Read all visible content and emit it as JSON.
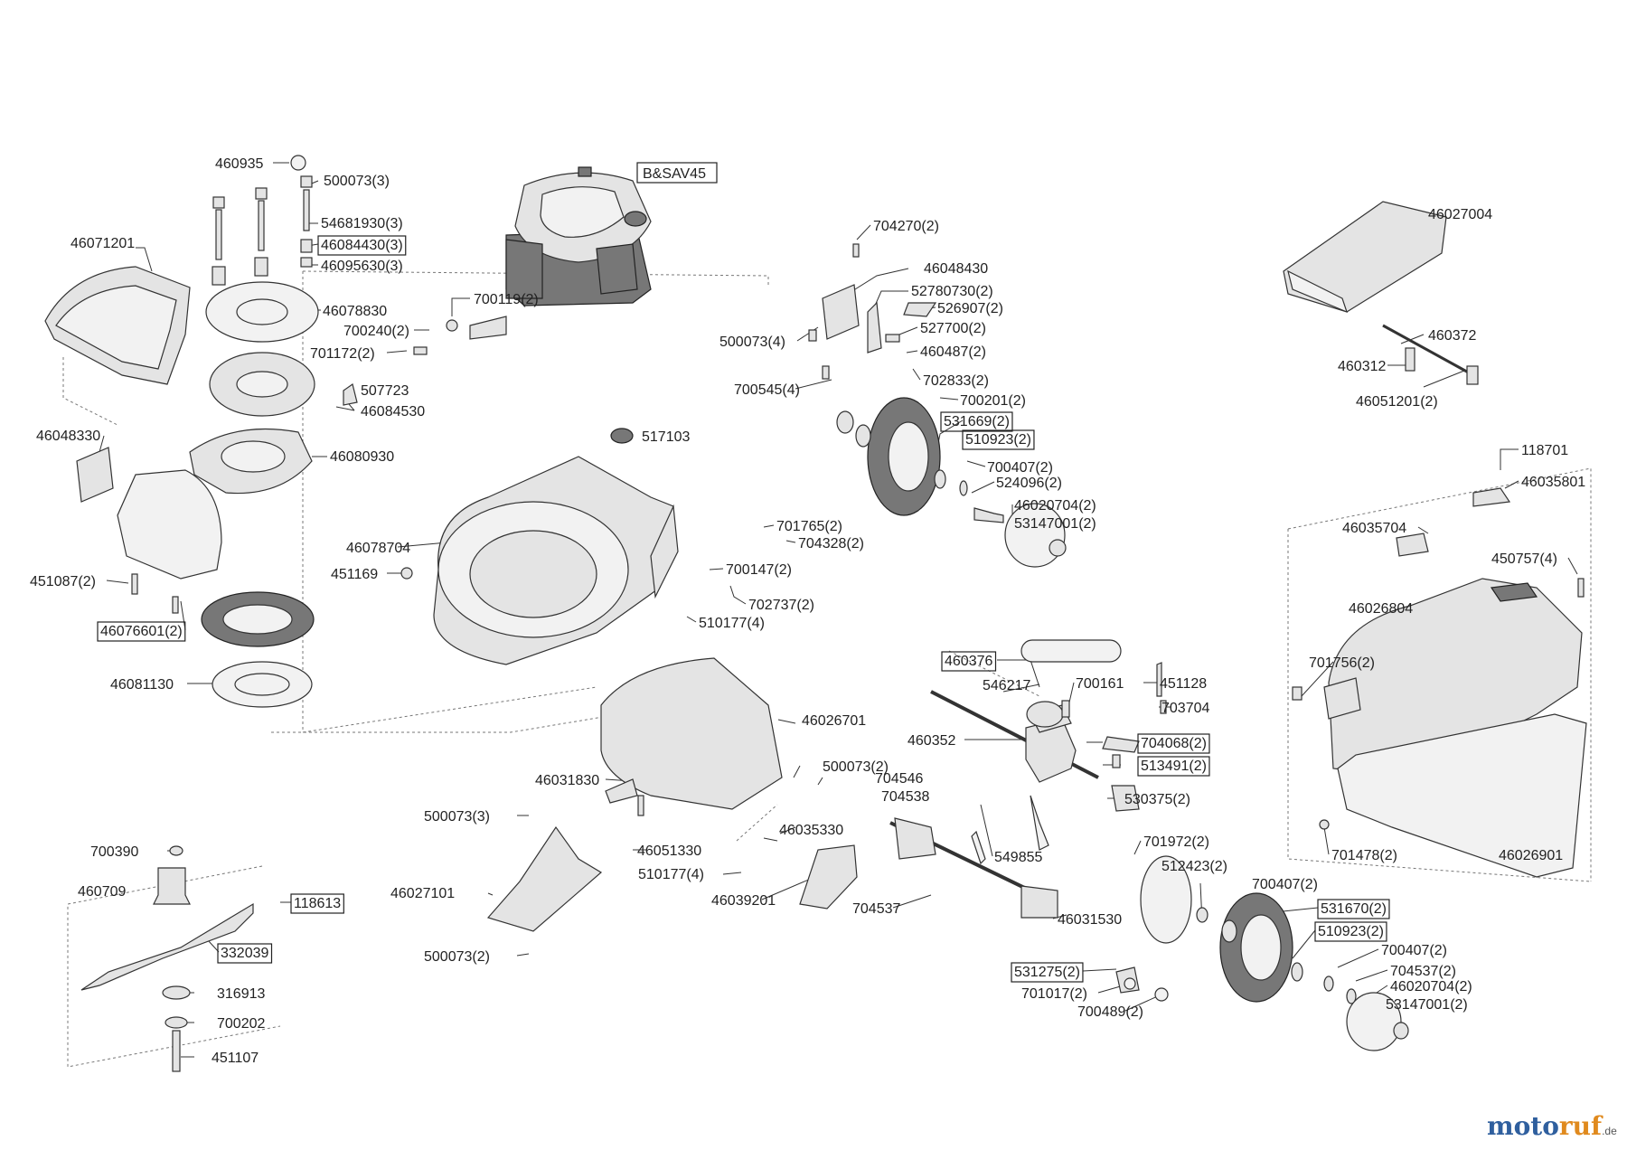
{
  "diagram": {
    "engine_label": "B&SAV45",
    "parts": [
      {
        "id": "p01",
        "text": "460935",
        "boxed": false
      },
      {
        "id": "p02",
        "text": "500073(3)",
        "boxed": false
      },
      {
        "id": "p03",
        "text": "54681930(3)",
        "boxed": false
      },
      {
        "id": "p04",
        "text": "46084430(3)",
        "boxed": true
      },
      {
        "id": "p05",
        "text": "46095630(3)",
        "boxed": false
      },
      {
        "id": "p06",
        "text": "46071201",
        "boxed": false
      },
      {
        "id": "p07",
        "text": "46078830",
        "boxed": false
      },
      {
        "id": "p08",
        "text": "700119(2)",
        "boxed": false
      },
      {
        "id": "p09",
        "text": "700240(2)",
        "boxed": false
      },
      {
        "id": "p10",
        "text": "701172(2)",
        "boxed": false
      },
      {
        "id": "p11",
        "text": "507723",
        "boxed": false
      },
      {
        "id": "p12",
        "text": "46084530",
        "boxed": false
      },
      {
        "id": "p13",
        "text": "46048330",
        "boxed": false
      },
      {
        "id": "p14",
        "text": "46080930",
        "boxed": false
      },
      {
        "id": "p15",
        "text": "451087(2)",
        "boxed": false
      },
      {
        "id": "p16",
        "text": "46076601(2)",
        "boxed": true
      },
      {
        "id": "p17",
        "text": "46081130",
        "boxed": false
      },
      {
        "id": "p18",
        "text": "517103",
        "boxed": false
      },
      {
        "id": "p19",
        "text": "46078704",
        "boxed": false
      },
      {
        "id": "p20",
        "text": "451169",
        "boxed": false
      },
      {
        "id": "p21",
        "text": "701765(2)",
        "boxed": false
      },
      {
        "id": "p22",
        "text": "704328(2)",
        "boxed": false
      },
      {
        "id": "p23",
        "text": "700147(2)",
        "boxed": false
      },
      {
        "id": "p24",
        "text": "702737(2)",
        "boxed": false
      },
      {
        "id": "p25",
        "text": "510177(4)",
        "boxed": false
      },
      {
        "id": "p26",
        "text": "704270(2)",
        "boxed": false
      },
      {
        "id": "p27",
        "text": "46048430",
        "boxed": false
      },
      {
        "id": "p28",
        "text": "52780730(2)",
        "boxed": false
      },
      {
        "id": "p29",
        "text": "526907(2)",
        "boxed": false
      },
      {
        "id": "p30",
        "text": "500073(4)",
        "boxed": false
      },
      {
        "id": "p31",
        "text": "527700(2)",
        "boxed": false
      },
      {
        "id": "p32",
        "text": "460487(2)",
        "boxed": false
      },
      {
        "id": "p33",
        "text": "702833(2)",
        "boxed": false
      },
      {
        "id": "p34",
        "text": "700545(4)",
        "boxed": false
      },
      {
        "id": "p35",
        "text": "700201(2)",
        "boxed": false
      },
      {
        "id": "p36",
        "text": "531669(2)",
        "boxed": true
      },
      {
        "id": "p37",
        "text": "510923(2)",
        "boxed": true
      },
      {
        "id": "p38",
        "text": "700407(2)",
        "boxed": false
      },
      {
        "id": "p39",
        "text": "524096(2)",
        "boxed": false
      },
      {
        "id": "p40",
        "text": "46020704(2)",
        "boxed": false
      },
      {
        "id": "p41",
        "text": "53147001(2)",
        "boxed": false
      },
      {
        "id": "p42",
        "text": "46027004",
        "boxed": false
      },
      {
        "id": "p43",
        "text": "460372",
        "boxed": false
      },
      {
        "id": "p44",
        "text": "460312",
        "boxed": false
      },
      {
        "id": "p45",
        "text": "46051201(2)",
        "boxed": false
      },
      {
        "id": "p46",
        "text": "118701",
        "boxed": false
      },
      {
        "id": "p47",
        "text": "46035801",
        "boxed": false
      },
      {
        "id": "p48",
        "text": "46035704",
        "boxed": false
      },
      {
        "id": "p49",
        "text": "450757(4)",
        "boxed": false
      },
      {
        "id": "p50",
        "text": "46026804",
        "boxed": false
      },
      {
        "id": "p51",
        "text": "701756(2)",
        "boxed": false
      },
      {
        "id": "p52",
        "text": "701478(2)",
        "boxed": false
      },
      {
        "id": "p53",
        "text": "46026901",
        "boxed": false
      },
      {
        "id": "p54",
        "text": "460376",
        "boxed": true
      },
      {
        "id": "p55",
        "text": "546217",
        "boxed": false
      },
      {
        "id": "p56",
        "text": "700161",
        "boxed": false
      },
      {
        "id": "p57",
        "text": "451128",
        "boxed": false
      },
      {
        "id": "p58",
        "text": "703704",
        "boxed": false
      },
      {
        "id": "p59",
        "text": "460352",
        "boxed": false
      },
      {
        "id": "p60",
        "text": "704068(2)",
        "boxed": true
      },
      {
        "id": "p61",
        "text": "513491(2)",
        "boxed": true
      },
      {
        "id": "p62",
        "text": "530375(2)",
        "boxed": false
      },
      {
        "id": "p63",
        "text": "549855",
        "boxed": false
      },
      {
        "id": "p64",
        "text": "46026701",
        "boxed": false
      },
      {
        "id": "p65",
        "text": "46031830",
        "boxed": false
      },
      {
        "id": "p66",
        "text": "500073(2)",
        "boxed": false
      },
      {
        "id": "p67",
        "text": "704546",
        "boxed": false
      },
      {
        "id": "p68",
        "text": "704538",
        "boxed": false
      },
      {
        "id": "p69",
        "text": "500073(3)",
        "boxed": false
      },
      {
        "id": "p70",
        "text": "46051330",
        "boxed": false
      },
      {
        "id": "p71",
        "text": "46035330",
        "boxed": false
      },
      {
        "id": "p72",
        "text": "510177(4)",
        "boxed": false
      },
      {
        "id": "p73",
        "text": "46039201",
        "boxed": false
      },
      {
        "id": "p74",
        "text": "704537",
        "boxed": false
      },
      {
        "id": "p75",
        "text": "46027101",
        "boxed": false
      },
      {
        "id": "p76",
        "text": "500073(2)",
        "boxed": false
      },
      {
        "id": "p77",
        "text": "701972(2)",
        "boxed": false
      },
      {
        "id": "p78",
        "text": "512423(2)",
        "boxed": false
      },
      {
        "id": "p79",
        "text": "700407(2)",
        "boxed": false
      },
      {
        "id": "p80",
        "text": "46031530",
        "boxed": false
      },
      {
        "id": "p81",
        "text": "531670(2)",
        "boxed": true
      },
      {
        "id": "p82",
        "text": "510923(2)",
        "boxed": true
      },
      {
        "id": "p83",
        "text": "700407(2)",
        "boxed": false
      },
      {
        "id": "p84",
        "text": "704537(2)",
        "boxed": false
      },
      {
        "id": "p85",
        "text": "46020704(2)",
        "boxed": false
      },
      {
        "id": "p86",
        "text": "53147001(2)",
        "boxed": false
      },
      {
        "id": "p87",
        "text": "531275(2)",
        "boxed": true
      },
      {
        "id": "p88",
        "text": "701017(2)",
        "boxed": false
      },
      {
        "id": "p89",
        "text": "700489(2)",
        "boxed": false
      },
      {
        "id": "p90",
        "text": "700390",
        "boxed": false
      },
      {
        "id": "p91",
        "text": "460709",
        "boxed": false
      },
      {
        "id": "p92",
        "text": "118613",
        "boxed": true
      },
      {
        "id": "p93",
        "text": "332039",
        "boxed": true
      },
      {
        "id": "p94",
        "text": "316913",
        "boxed": false
      },
      {
        "id": "p95",
        "text": "700202",
        "boxed": false
      },
      {
        "id": "p96",
        "text": "451107",
        "boxed": false
      }
    ]
  },
  "watermark": {
    "part_a": "moto",
    "part_b": "ruf",
    "suffix": ".de"
  }
}
